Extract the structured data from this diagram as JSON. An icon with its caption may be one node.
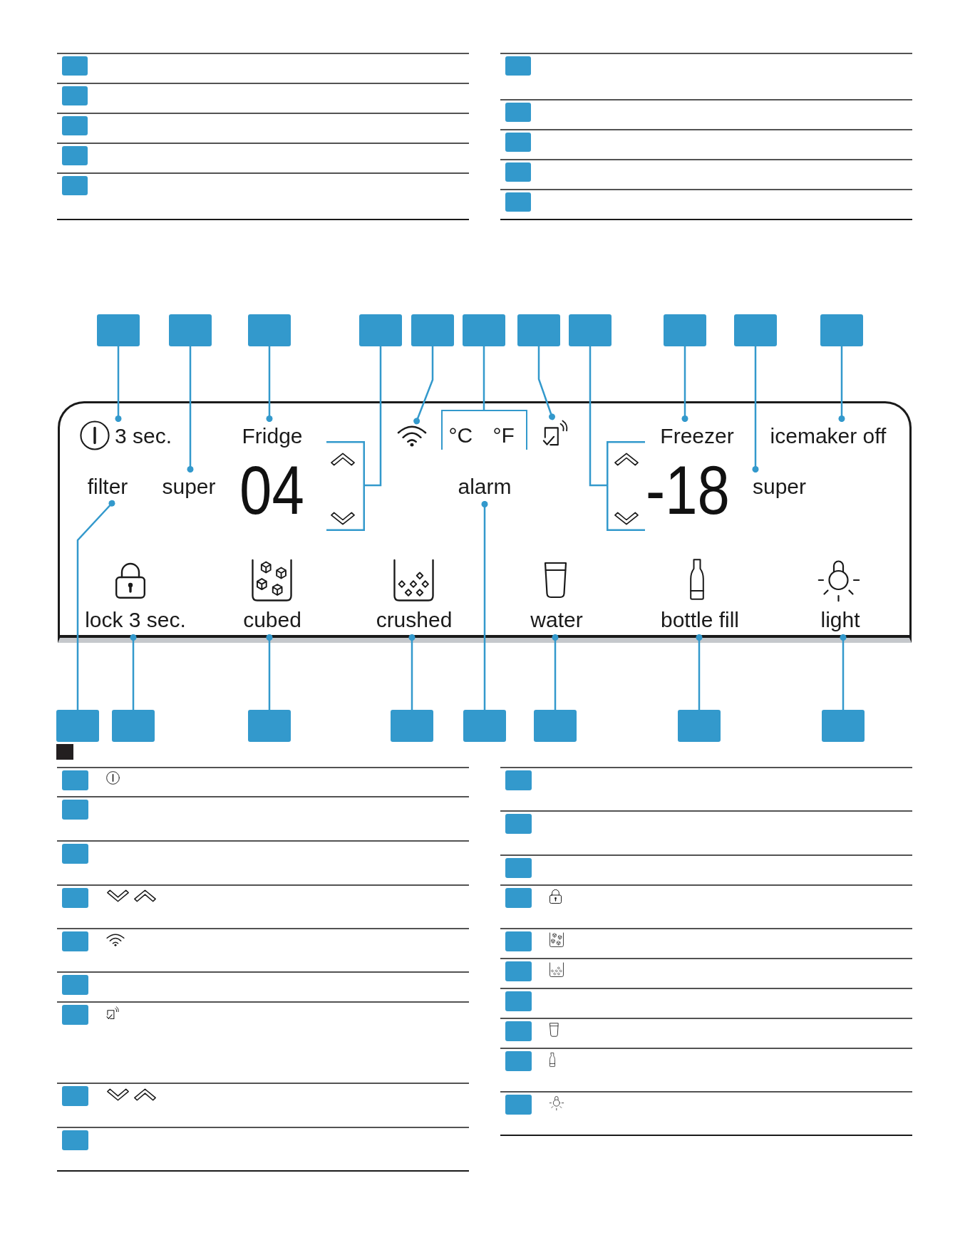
{
  "diagram": {
    "nodes": [
      {
        "text": [],
        "shape": "box"
      },
      {
        "text": [],
        "shape": "box"
      },
      {
        "text": [],
        "shape": "box"
      },
      {
        "text": [],
        "shape": "box"
      },
      {
        "text": [],
        "shape": "box"
      },
      {
        "text": [],
        "shape": "box"
      },
      {
        "text": [],
        "shape": "box"
      },
      {
        "text": [],
        "shape": "box"
      },
      {
        "text": [],
        "shape": "box"
      },
      {
        "text": [],
        "shape": "box"
      },
      {
        "text": [],
        "shape": "box"
      },
      {
        "text": [],
        "shape": "box"
      },
      {
        "text": [],
        "shape": "box"
      },
      {
        "text": [],
        "shape": "box"
      },
      {
        "text": [],
        "shape": "box"
      },
      {
        "text": [],
        "shape": "box"
      },
      {
        "text": [],
        "shape": "box"
      },
      {
        "text": [],
        "shape": "box"
      },
      {
        "text": [],
        "shape": "box"
      },
      {
        "text": [],
        "shape": "box"
      },
      {
        "text": [],
        "shape": "box"
      },
      {
        "text": [],
        "shape": "box"
      },
      {
        "text": [
          "3 sec."
        ],
        "in": 21
      },
      {
        "text": [
          "Fridge"
        ],
        "in": 21
      },
      {
        "text": [],
        "shape": "picture",
        "in": 21
      },
      {
        "text": [
          "°C",
          "°F"
        ],
        "in": 21
      },
      {
        "text": [],
        "shape": "picture",
        "in": 21
      },
      {
        "text": [
          "Freezer"
        ],
        "in": 21
      },
      {
        "text": [
          "icemaker off"
        ],
        "in": 21
      },
      {
        "text": [
          "filter"
        ],
        "in": 21
      },
      {
        "text": [
          "super"
        ],
        "in": 21
      },
      {
        "text": [],
        "shape": "picture",
        "in": 21
      },
      {
        "text": [
          "alarm"
        ],
        "in": 21
      },
      {
        "text": [],
        "shape": "picture",
        "in": 21
      },
      {
        "text": [
          "super"
        ],
        "in": 21
      },
      {
        "text": [
          "lock 3 sec."
        ],
        "in": 21
      },
      {
        "text": [
          "cubed"
        ],
        "in": 21
      },
      {
        "text": [
          "crushed"
        ],
        "in": 21
      },
      {
        "text": [
          "water"
        ],
        "in": 21
      },
      {
        "text": [
          "bottle fill"
        ],
        "in": 21
      },
      {
        "text": [
          "light"
        ],
        "in": 21
      },
      {
        "text": [],
        "shape": "box"
      },
      {
        "text": [],
        "shape": "box"
      },
      {
        "text": [],
        "shape": "box"
      },
      {
        "text": [],
        "shape": "box"
      },
      {
        "text": [],
        "shape": "box"
      },
      {
        "text": [],
        "shape": "box"
      },
      {
        "text": [],
        "shape": "box"
      },
      {
        "text": [],
        "shape": "box"
      },
      {
        "text": [],
        "shape": "box"
      },
      {
        "text": [],
        "shape": "box"
      },
      {
        "text": [],
        "shape": "box"
      },
      {
        "text": [],
        "shape": "box"
      },
      {
        "text": [],
        "shape": "box"
      },
      {
        "text": [],
        "shape": "box"
      },
      {
        "text": [],
        "shape": "box"
      },
      {
        "text": [],
        "shape": "box"
      },
      {
        "text": [],
        "shape": "box"
      },
      {
        "text": [],
        "shape": "box"
      },
      {
        "text": [],
        "shape": "box"
      },
      {
        "text": [],
        "shape": "box"
      },
      {
        "text": [],
        "shape": "box"
      },
      {
        "text": [],
        "shape": "box"
      },
      {
        "text": [],
        "shape": "box"
      },
      {
        "text": [],
        "shape": "box"
      },
      {
        "text": [],
        "shape": "box"
      },
      {
        "text": [],
        "shape": "box"
      },
      {
        "text": [],
        "shape": "box"
      }
    ],
    "edges": [
      {
        "from": 10,
        "to": 22,
        "arrow": "other"
      },
      {
        "from": 11,
        "to": 30,
        "arrow": "other"
      },
      {
        "from": 12,
        "to": 23,
        "arrow": "other"
      },
      {
        "from": 13,
        "to": 31,
        "arrow": "none"
      },
      {
        "from": 14,
        "to": 24,
        "arrow": "other"
      },
      {
        "from": 15,
        "to": 25,
        "arrow": "none"
      },
      {
        "from": 16,
        "to": 26,
        "arrow": "other"
      },
      {
        "from": 17,
        "to": 33,
        "arrow": "none"
      },
      {
        "from": 18,
        "to": 27,
        "arrow": "other"
      },
      {
        "from": 19,
        "to": 34,
        "arrow": "other"
      },
      {
        "from": 20,
        "to": 28,
        "arrow": "other"
      },
      {
        "from": 41,
        "to": 29,
        "arrow": "other"
      },
      {
        "from": 42,
        "to": 35,
        "arrow": "other"
      },
      {
        "from": 43,
        "to": 36,
        "arrow": "other"
      },
      {
        "from": 44,
        "to": 37,
        "arrow": "other"
      },
      {
        "from": 45,
        "to": 32,
        "arrow": "other"
      },
      {
        "from": 46,
        "to": 38,
        "arrow": "other"
      },
      {
        "from": 47,
        "to": 39,
        "arrow": "other"
      },
      {
        "from": 48,
        "to": 40,
        "arrow": "other"
      }
    ],
    "labels": [
      "04",
      "-18"
    ]
  }
}
